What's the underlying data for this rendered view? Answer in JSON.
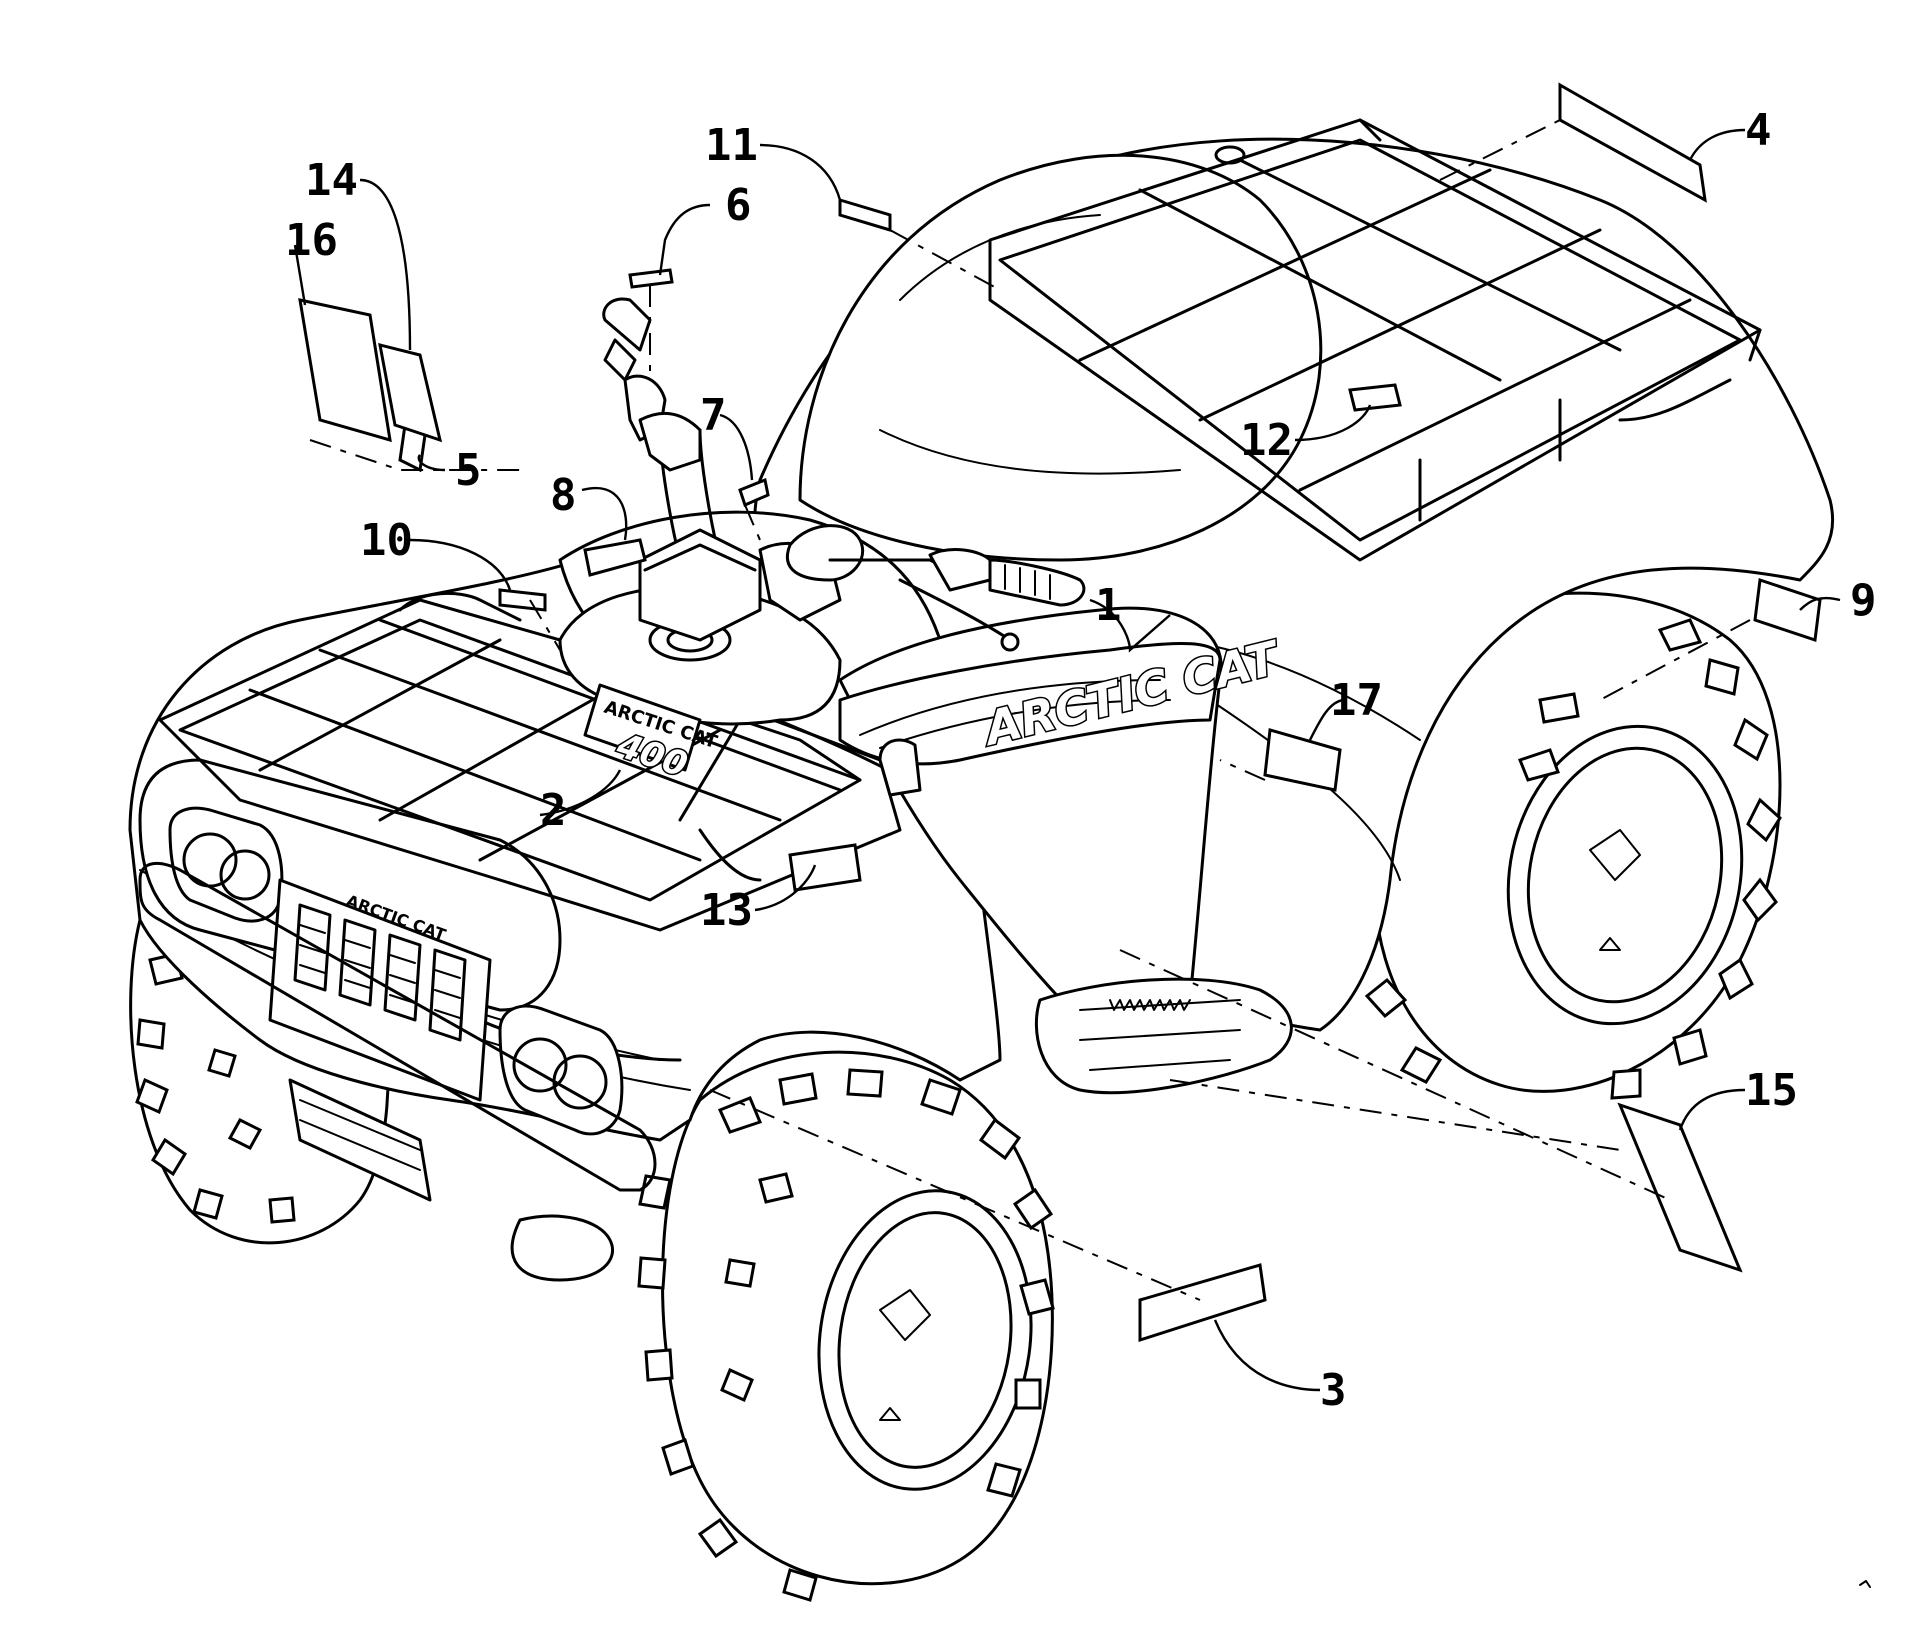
{
  "callouts": [
    {
      "id": "1",
      "label": "1"
    },
    {
      "id": "2",
      "label": "2"
    },
    {
      "id": "3",
      "label": "3"
    },
    {
      "id": "4",
      "label": "4"
    },
    {
      "id": "5",
      "label": "5"
    },
    {
      "id": "6",
      "label": "6"
    },
    {
      "id": "7",
      "label": "7"
    },
    {
      "id": "8",
      "label": "8"
    },
    {
      "id": "9",
      "label": "9"
    },
    {
      "id": "10",
      "label": "10"
    },
    {
      "id": "11",
      "label": "11"
    },
    {
      "id": "12",
      "label": "12"
    },
    {
      "id": "13",
      "label": "13"
    },
    {
      "id": "14",
      "label": "14"
    },
    {
      "id": "15",
      "label": "15"
    },
    {
      "id": "16",
      "label": "16"
    },
    {
      "id": "17",
      "label": "17"
    }
  ],
  "decal_text": {
    "side_logo": "ARCTIC CAT",
    "tank_logo_top": "ARCTIC CAT",
    "tank_logo_model": "400",
    "grille_logo": "ARCTIC CAT"
  }
}
